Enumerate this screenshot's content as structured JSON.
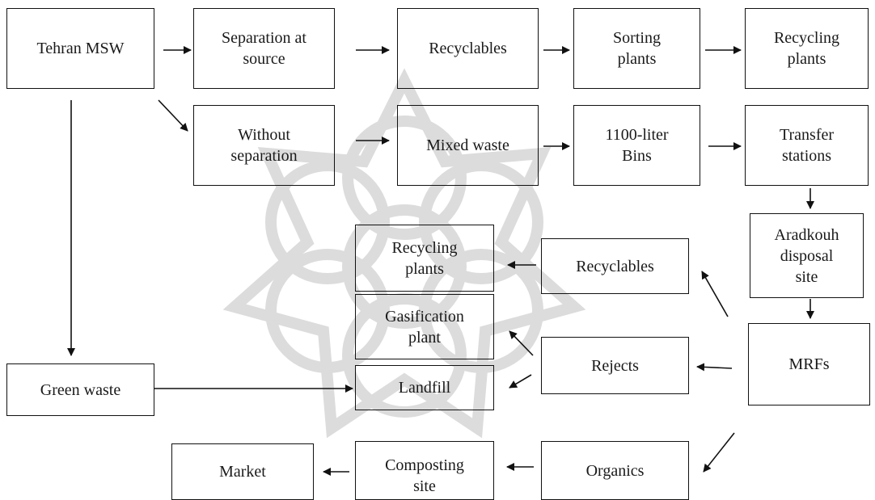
{
  "nodes": {
    "tehran_msw": "Tehran MSW",
    "separation_at_source": "Separation at\nsource",
    "recyclables_top": "Recyclables",
    "sorting_plants": "Sorting\nplants",
    "recycling_plants_top": "Recycling\nplants",
    "without_separation": "Without\nseparation",
    "mixed_waste": "Mixed waste",
    "bins_1100": "1100-liter\nBins",
    "transfer_stations": "Transfer\nstations",
    "aradkouh": "Aradkouh\ndisposal\nsite",
    "recycling_plants_mid": "Recycling\nplants",
    "recyclables_mid": "Recyclables",
    "gasification_plant": "Gasification\nplant",
    "rejects": "Rejects",
    "mrfs": "MRFs",
    "green_waste": "Green waste",
    "landfill": "Landfill",
    "market": "Market",
    "composting_site": "Composting\nsite",
    "organics": "Organics"
  },
  "colors": {
    "line": "#111111",
    "text": "#1a1a1a",
    "watermark": "#d9d9d9"
  }
}
